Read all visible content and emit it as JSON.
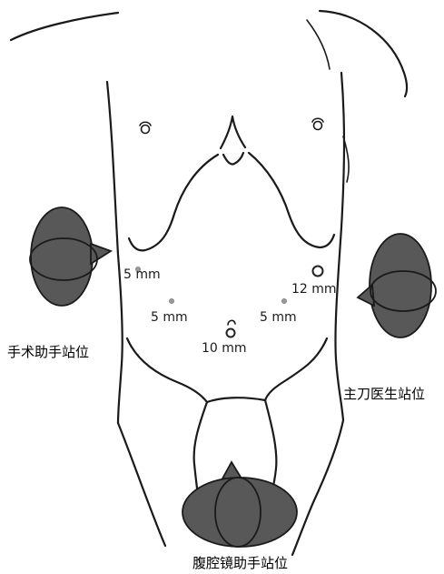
{
  "ports": {
    "left_upper": "5 mm",
    "right_upper": "12 mm",
    "left_mid": "5 mm",
    "right_mid": "5 mm",
    "umbilical": "10 mm"
  },
  "roles": {
    "assistant": "手术助手站位",
    "surgeon": "主刀医生站位",
    "camera_assistant": "腹腔镜助手站位"
  },
  "colors": {
    "figure_fill": "#585858",
    "outline": "#1a1a1a"
  }
}
